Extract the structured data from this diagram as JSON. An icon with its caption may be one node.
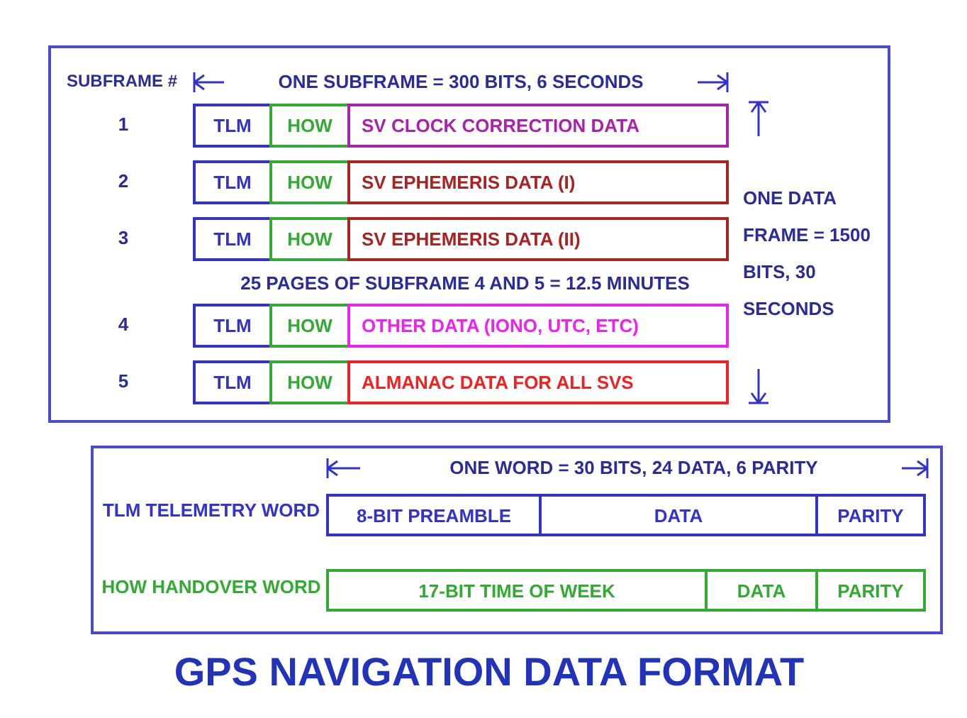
{
  "diagram": {
    "title": "GPS NAVIGATION DATA FORMAT",
    "nodes": [
      {
        "text": [],
        "shape": "box"
      },
      {
        "text": [
          "TLM"
        ],
        "in": 0
      },
      {
        "text": [
          "HOW"
        ],
        "in": 0
      },
      {
        "text": [
          "SV CLOCK CORRECTION DATA"
        ],
        "in": 0
      },
      {
        "text": [
          "TLM"
        ],
        "in": 0
      },
      {
        "text": [
          "HOW"
        ],
        "in": 0
      },
      {
        "text": [
          "SV EPHEMERIS DATA (I)"
        ],
        "in": 0
      },
      {
        "text": [
          "TLM"
        ],
        "in": 0
      },
      {
        "text": [
          "HOW"
        ],
        "in": 0
      },
      {
        "text": [
          "SV EPHEMERIS DATA (II)"
        ],
        "in": 0
      },
      {
        "text": [
          "TLM"
        ],
        "in": 0
      },
      {
        "text": [
          "HOW"
        ],
        "in": 0
      },
      {
        "text": [
          "OTHER DATA (IONO, UTC, ETC)"
        ],
        "in": 0
      },
      {
        "text": [
          "TLM"
        ],
        "in": 0
      },
      {
        "text": [
          "HOW"
        ],
        "in": 0
      },
      {
        "text": [
          "ALMANAC DATA FOR ALL SVS"
        ],
        "in": 0
      },
      {
        "text": [],
        "shape": "box"
      },
      {
        "text": [
          "8-BIT PREAMBLE"
        ],
        "in": 16
      },
      {
        "text": [
          "DATA"
        ],
        "in": 16
      },
      {
        "text": [
          "PARITY"
        ],
        "in": 16
      },
      {
        "text": [
          "17-BIT TIME OF WEEK"
        ],
        "in": 16
      },
      {
        "text": [
          "DATA"
        ],
        "in": 16
      },
      {
        "text": [
          "PARITY"
        ],
        "in": 16
      }
    ],
    "labels": [
      "SUBFRAME #",
      "ONE SUBFRAME = 300 BITS, 6 SECONDS",
      "1",
      "2",
      "3",
      "25 PAGES OF SUBFRAME 4 AND 5 = 12.5 MINUTES",
      "4",
      "5",
      "ONE DATA FRAME = 1500 BITS, 30 SECONDS",
      "ONE WORD = 30 BITS, 24 DATA, 6 PARITY",
      "TLM TELEMETRY WORD",
      "HOW HANDOVER WORD"
    ]
  }
}
